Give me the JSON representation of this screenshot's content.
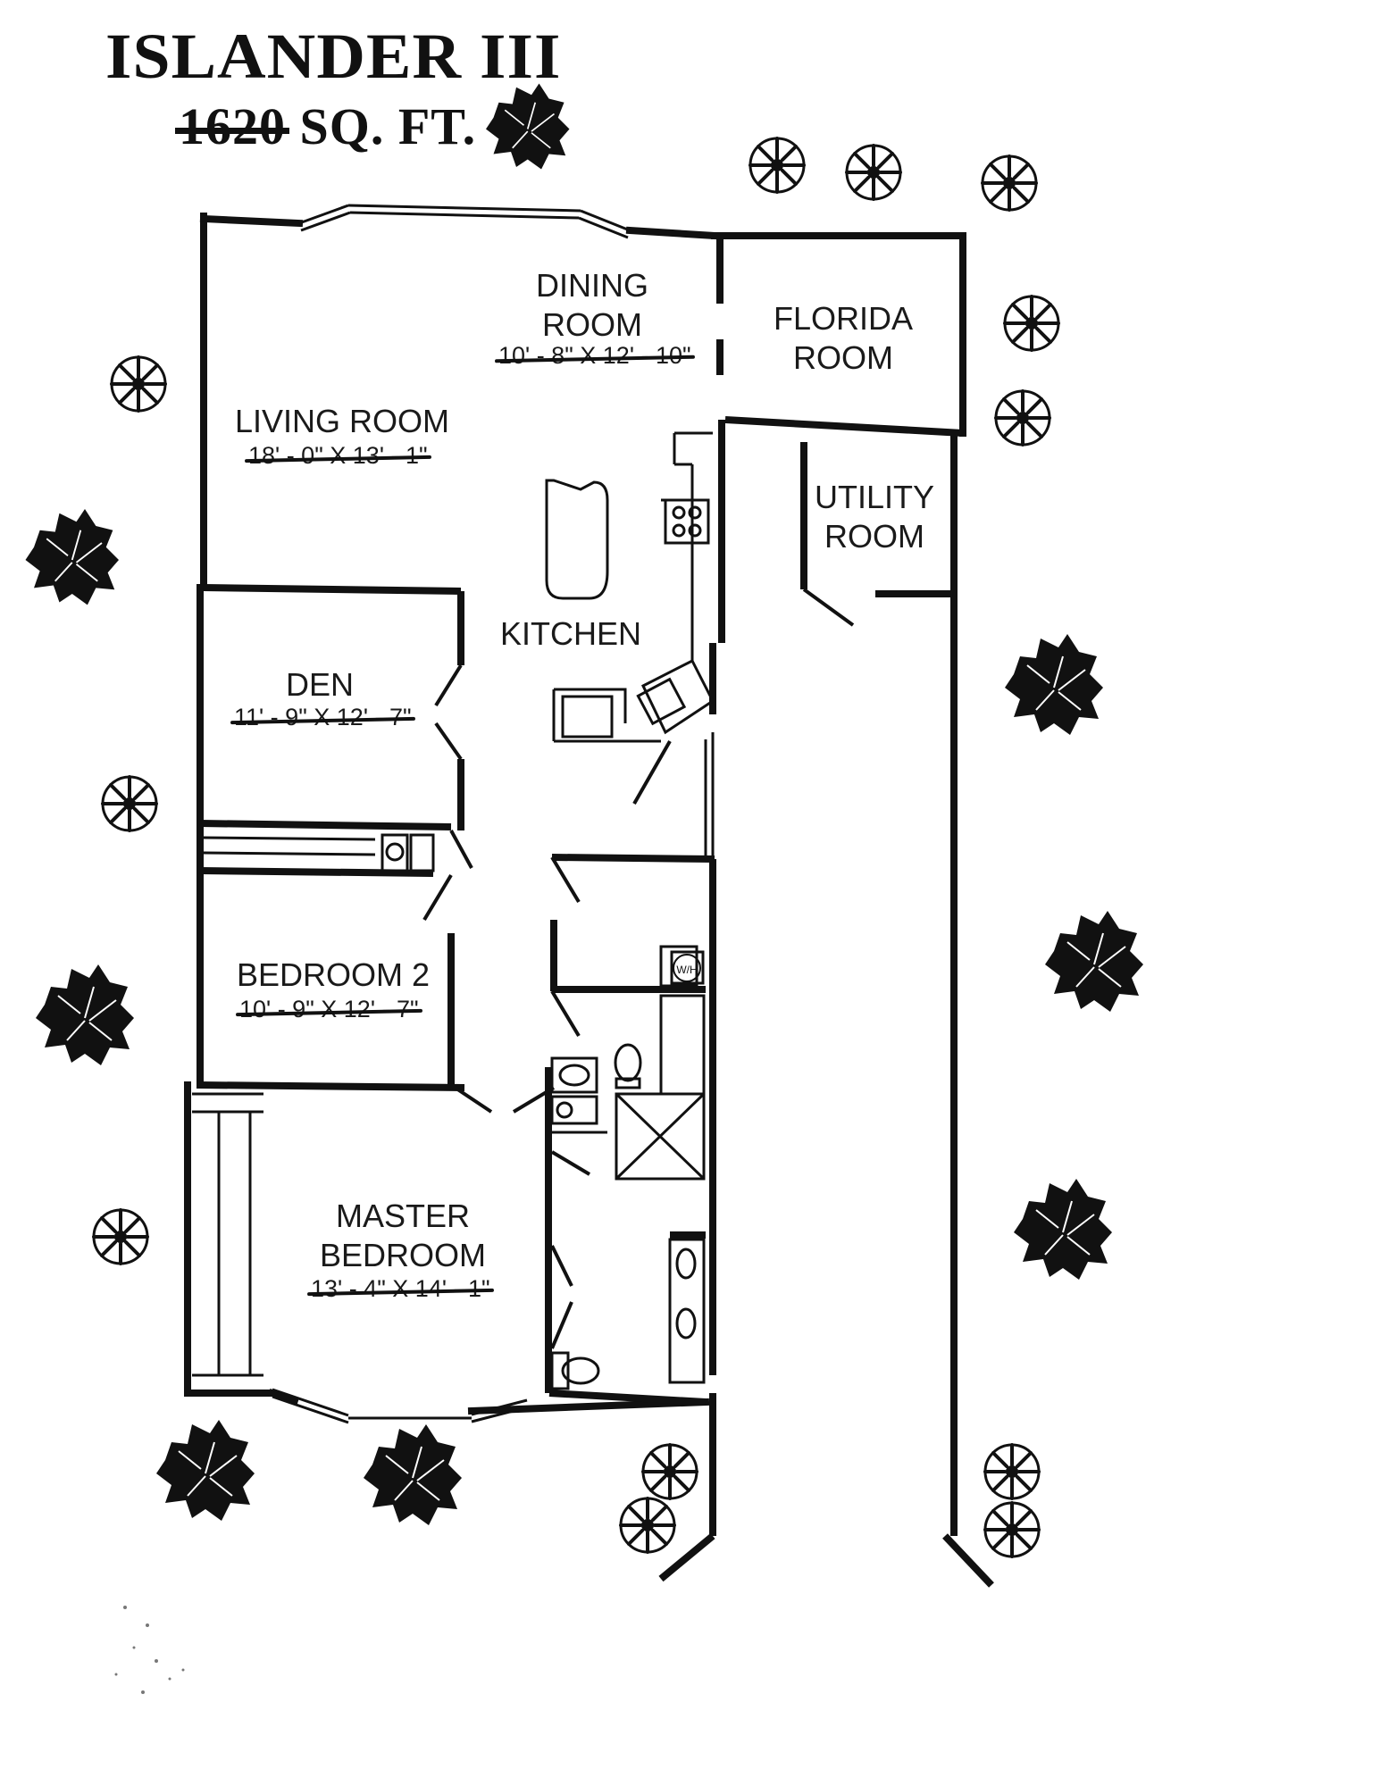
{
  "header": {
    "title": "ISLANDER III",
    "sqft_struck": "1620",
    "sqft_suffix": "SQ. FT."
  },
  "rooms": {
    "dining": {
      "label_line1": "DINING",
      "label_line2": "ROOM",
      "dimensions": "10' - 8\" X 12' - 10\""
    },
    "florida": {
      "label_line1": "FLORIDA",
      "label_line2": "ROOM"
    },
    "living": {
      "label": "LIVING ROOM",
      "dimensions": "18' - 0\" X 13' - 1\""
    },
    "utility": {
      "label_line1": "UTILITY",
      "label_line2": "ROOM"
    },
    "kitchen": {
      "label": "KITCHEN"
    },
    "den": {
      "label": "DEN",
      "dimensions": "11' - 9\" X 12' - 7\""
    },
    "bedroom2": {
      "label": "BEDROOM 2",
      "dimensions": "10' - 9\" X 12' - 7\""
    },
    "master": {
      "label_line1": "MASTER",
      "label_line2": "BEDROOM",
      "dimensions": "13' - 4\" X 14' - 1\""
    }
  },
  "fixtures": {
    "water_heater": "W/H"
  },
  "icons": [
    "tree-icon",
    "shrub-icon"
  ],
  "colors": {
    "ink": "#111111",
    "background": "#ffffff"
  }
}
